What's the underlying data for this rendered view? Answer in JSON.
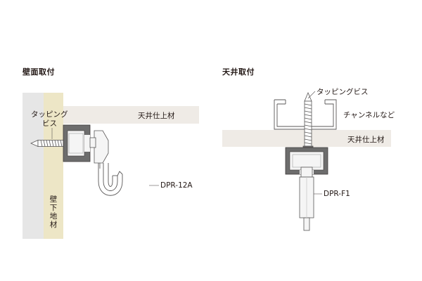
{
  "wall": {
    "title": "壁面取付",
    "screw_label_line1": "タッピング",
    "screw_label_line2": "ビス",
    "finish_label": "天井仕上材",
    "substrate_label": "壁下地材",
    "model_label": "DPR-12A"
  },
  "ceiling": {
    "title": "天井取付",
    "screw_label": "タッピングビス",
    "channel_label": "チャンネルなど",
    "finish_label": "天井仕上材",
    "model_label": "DPR-F1"
  },
  "colors": {
    "wall_gray": "#e6e6e6",
    "substrate_beige": "#ede6c6",
    "finish_band": "#efebe6",
    "metal_light": "#f5f5f5",
    "metal_dark": "#6d6d6d",
    "line": "#595757"
  }
}
